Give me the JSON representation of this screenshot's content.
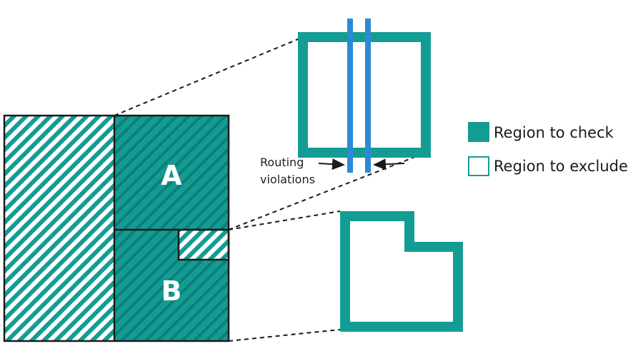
{
  "colors": {
    "teal": "#139c94",
    "blue": "#2a8ad6",
    "outline": "#1a1a1a",
    "white": "#ffffff"
  },
  "regions": {
    "a_label": "A",
    "b_label": "B"
  },
  "callout": {
    "line1": "Routing",
    "line2": "violations"
  },
  "legend": {
    "check_label": "Region to check",
    "exclude_label": "Region to exclude"
  }
}
